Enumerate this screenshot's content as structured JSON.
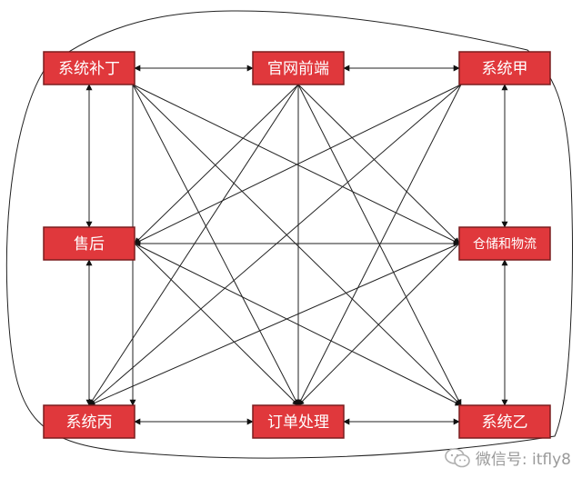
{
  "nodes": [
    {
      "id": "patch",
      "label": "系统补丁"
    },
    {
      "id": "portal",
      "label": "官网前端"
    },
    {
      "id": "sysA",
      "label": "系统甲"
    },
    {
      "id": "after",
      "label": "售后"
    },
    {
      "id": "logistics",
      "label": "仓储和物流"
    },
    {
      "id": "sysC",
      "label": "系统丙"
    },
    {
      "id": "order",
      "label": "订单处理"
    },
    {
      "id": "sysB",
      "label": "系统乙"
    }
  ],
  "watermark": {
    "text": "微信号: itfly8",
    "icon": "wechat-icon"
  },
  "colors": {
    "node_fill": "#e0383c",
    "edge": "#222222"
  }
}
